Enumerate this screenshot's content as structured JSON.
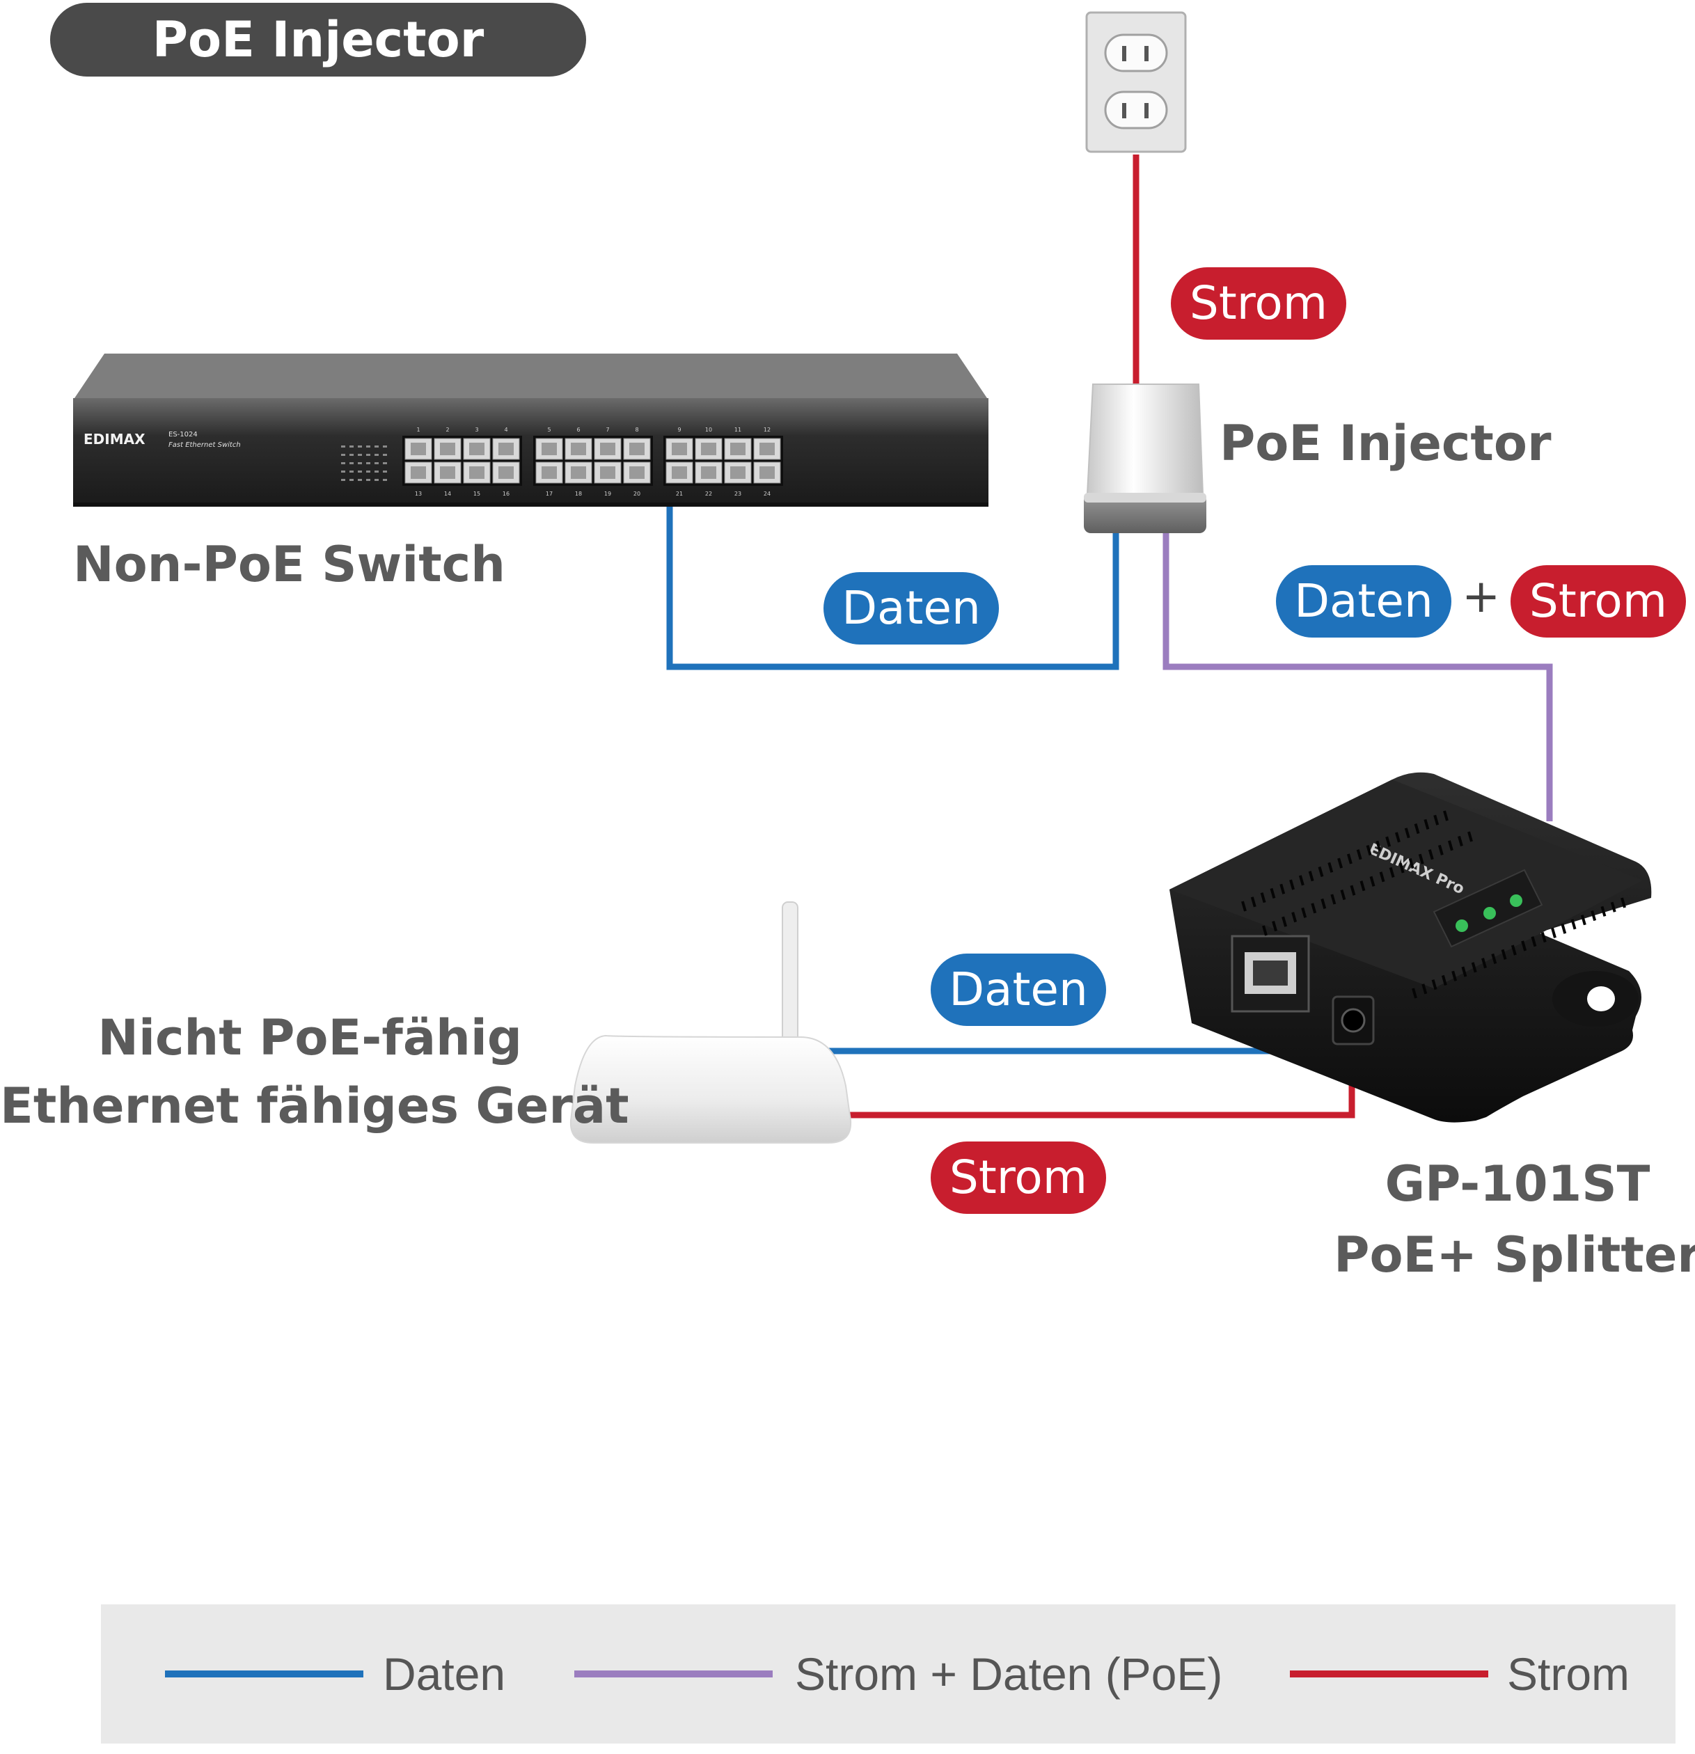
{
  "title": "PoE Injector",
  "colors": {
    "data": "#1f72bb",
    "power": "#c81e2e",
    "poe": "#9b7dbf",
    "title_bg": "#4a4a4a",
    "legend_bg": "#e9e9e9",
    "label_text": "#5b5b5b"
  },
  "devices": {
    "switch": {
      "label": "Non-PoE Switch",
      "brand": "EDIMAX",
      "model": "ES-1024",
      "model_desc": "Fast Ethernet Switch",
      "port_numbers_top": [
        "1",
        "2",
        "3",
        "4",
        "5",
        "6",
        "7",
        "8",
        "9",
        "10",
        "11",
        "12"
      ],
      "port_numbers_bottom": [
        "13",
        "14",
        "15",
        "16",
        "17",
        "18",
        "19",
        "20",
        "21",
        "22",
        "23",
        "24"
      ]
    },
    "injector": {
      "label": "PoE Injector"
    },
    "splitter": {
      "label_line1": "GP-101ST",
      "label_line2": "PoE+ Splitter",
      "brand": "EDIMAX Pro"
    },
    "client": {
      "label_line1": "Nicht PoE-fähig",
      "label_line2": "Ethernet fähiges Gerät"
    },
    "outlet": {
      "icon": "power-outlet-icon"
    }
  },
  "connections": {
    "outlet_to_injector": "Strom",
    "switch_to_injector": "Daten",
    "injector_to_splitter_data": "Daten",
    "injector_to_splitter_plus": "+",
    "injector_to_splitter_power": "Strom",
    "splitter_to_client_data": "Daten",
    "splitter_to_client_power": "Strom"
  },
  "legend": {
    "items": [
      {
        "label": "Daten",
        "color": "#1f72bb"
      },
      {
        "label": "Strom + Daten (PoE)",
        "color": "#9b7dbf"
      },
      {
        "label": "Strom",
        "color": "#c81e2e"
      }
    ]
  }
}
